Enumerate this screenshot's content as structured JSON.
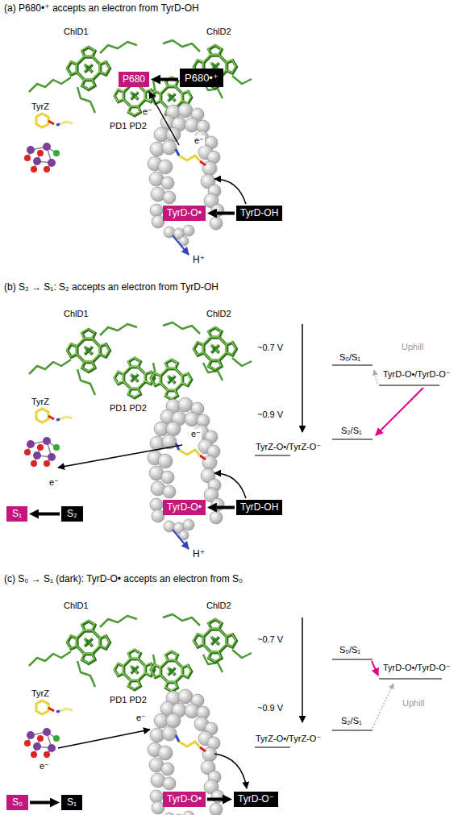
{
  "diagram": {
    "nodes": [
      {
        "text": [
          "P680"
        ]
      },
      {
        "text": [
          "P680•⁺"
        ]
      },
      {
        "text": [
          "TyrD-O•"
        ]
      },
      {
        "text": [
          "TyrD-OH"
        ]
      },
      {
        "text": [
          "TyrD-O•"
        ]
      },
      {
        "text": [
          "TyrD-OH"
        ]
      },
      {
        "text": [
          "S₁"
        ]
      },
      {
        "text": [
          "S₂"
        ]
      },
      {
        "text": [
          "TyrD-O•"
        ]
      },
      {
        "text": [
          "TyrD-O⁻"
        ]
      },
      {
        "text": [
          "S₀"
        ]
      },
      {
        "text": [
          "S₁"
        ]
      }
    ],
    "edges": [
      {
        "from": 1,
        "to": 0,
        "arrow": "to"
      },
      {
        "from": 3,
        "to": 2,
        "arrow": "to"
      },
      {
        "from": 5,
        "to": 4,
        "arrow": "to"
      },
      {
        "from": 7,
        "to": 6,
        "arrow": "to"
      },
      {
        "from": 8,
        "to": 9,
        "arrow": "to"
      },
      {
        "from": 10,
        "to": 11,
        "arrow": "to"
      }
    ],
    "labels": [
      "(a) P680•⁺ accepts an electron from TyrD-OH",
      "ChlD1",
      "ChlD2",
      "TyrZ",
      "PD1 PD2",
      "e⁻",
      "e⁻",
      "H⁺",
      "(b) S₂ → S₁: S₂ accepts an electron from TyrD-OH",
      "ChlD1",
      "ChlD2",
      "~0.7 V",
      "~0.9 V",
      "S₀/S₁",
      "Uphill",
      "TyrD-O•/TyrD-O⁻",
      "S₂/S₁",
      "TyrZ-O•/TyrZ-O⁻",
      "TyrZ",
      "PD1 PD2",
      "e⁻",
      "e⁻",
      "H⁺",
      "(c) S₀ → S₁ (dark): TyrD-O• accepts an electron from S₀",
      "ChlD1",
      "ChlD2",
      "~0.7 V",
      "~0.9 V",
      "S₀/S₁",
      "TyrD-O•/TyrD-O⁻",
      "Uphill",
      "S₂/S₁",
      "TyrZ-O•/TyrZ-O⁻",
      "TyrZ",
      "PD1 PD2",
      "e⁻",
      "e⁻"
    ]
  }
}
